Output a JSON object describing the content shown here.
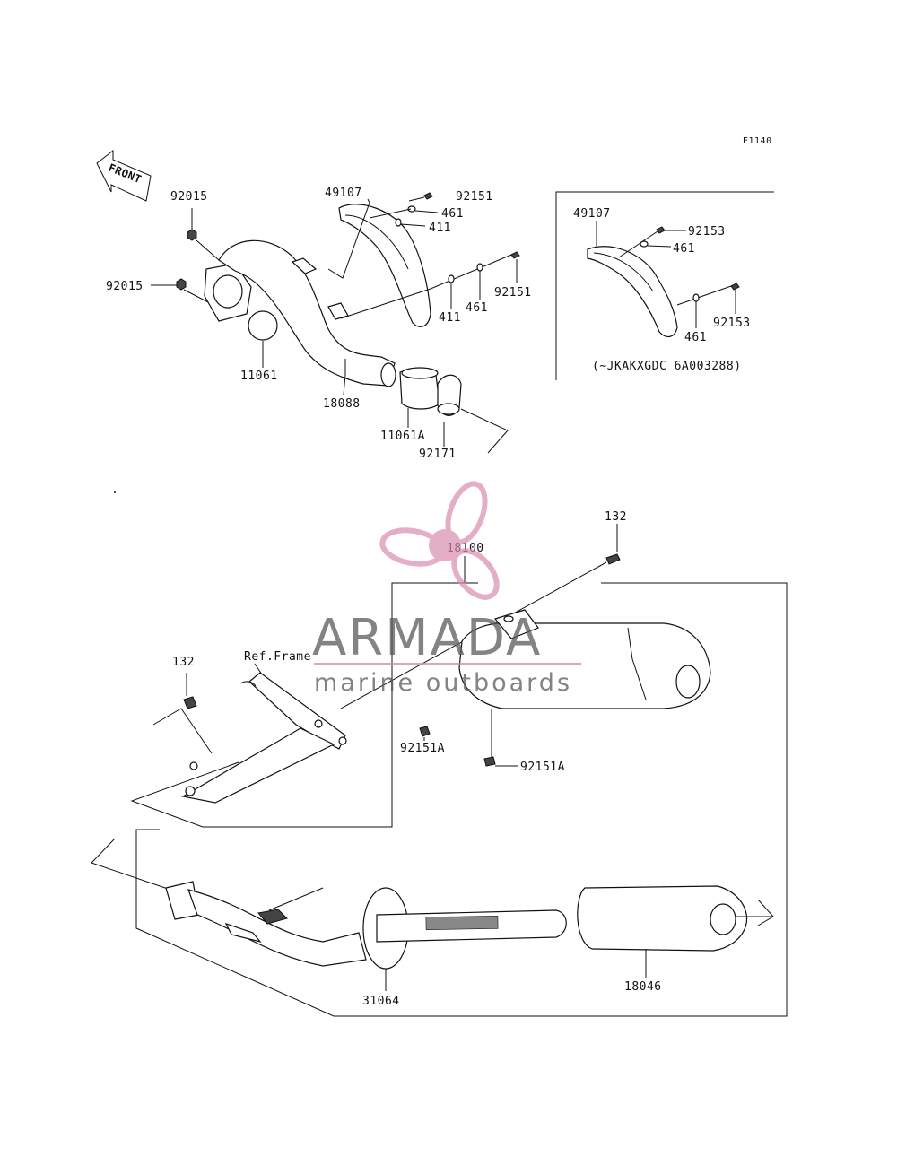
{
  "diagram": {
    "code": "E1140",
    "front_label": "FRONT",
    "ref_frame": "Ref.Frame",
    "serial_note": "(~JKAKXGDC 6A003288)",
    "parts": {
      "p92015_a": "92015",
      "p92015_b": "92015",
      "p11061": "11061",
      "p18088": "18088",
      "p11061A": "11061A",
      "p92171": "92171",
      "p49107_a": "49107",
      "p92151_a": "92151",
      "p461_a": "461",
      "p411_a": "411",
      "p92151_b": "92151",
      "p461_b": "461",
      "p411_b": "411",
      "p49107_b": "49107",
      "p92153_a": "92153",
      "p461_c": "461",
      "p461_d": "461",
      "p92153_b": "92153",
      "p132_a": "132",
      "p18100": "18100",
      "p132_b": "132",
      "p92151A_a": "92151A",
      "p92151A_b": "92151A",
      "p31064": "31064",
      "p18046": "18046"
    }
  },
  "watermark": {
    "brand": "ARMADA",
    "tagline": "marine outboards",
    "logo_color": "#d98cb0"
  }
}
